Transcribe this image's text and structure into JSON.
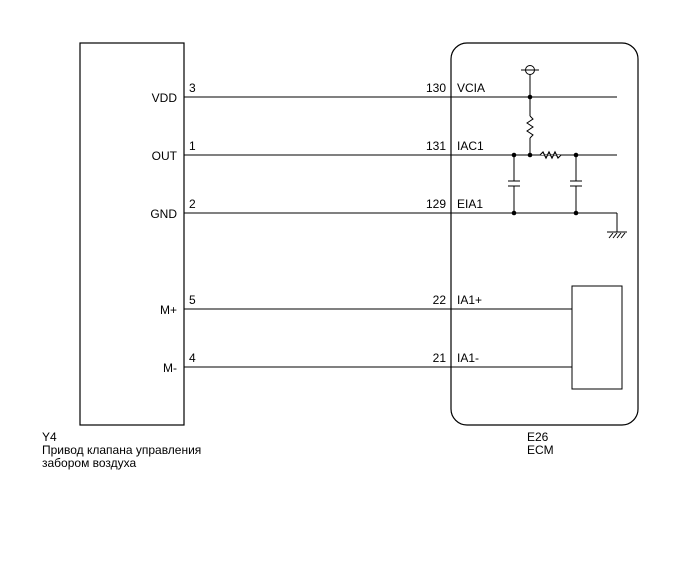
{
  "left_component": {
    "id": "Y4",
    "name_line1": "Привод клапана управления",
    "name_line2": "забором воздуха"
  },
  "right_component": {
    "id": "E26",
    "name": "ECM"
  },
  "wires": [
    {
      "left_signal": "VDD",
      "left_pin": "3",
      "right_pin": "130",
      "right_signal": "VCIA"
    },
    {
      "left_signal": "OUT",
      "left_pin": "1",
      "right_pin": "131",
      "right_signal": "IAC1"
    },
    {
      "left_signal": "GND",
      "left_pin": "2",
      "right_pin": "129",
      "right_signal": "EIA1"
    },
    {
      "left_signal": "M+",
      "left_pin": "5",
      "right_pin": "22",
      "right_signal": "IA1+"
    },
    {
      "left_signal": "M-",
      "left_pin": "4",
      "right_pin": "21",
      "right_signal": "IA1-"
    }
  ],
  "colors": {
    "line": "#000000",
    "background": "#ffffff"
  }
}
